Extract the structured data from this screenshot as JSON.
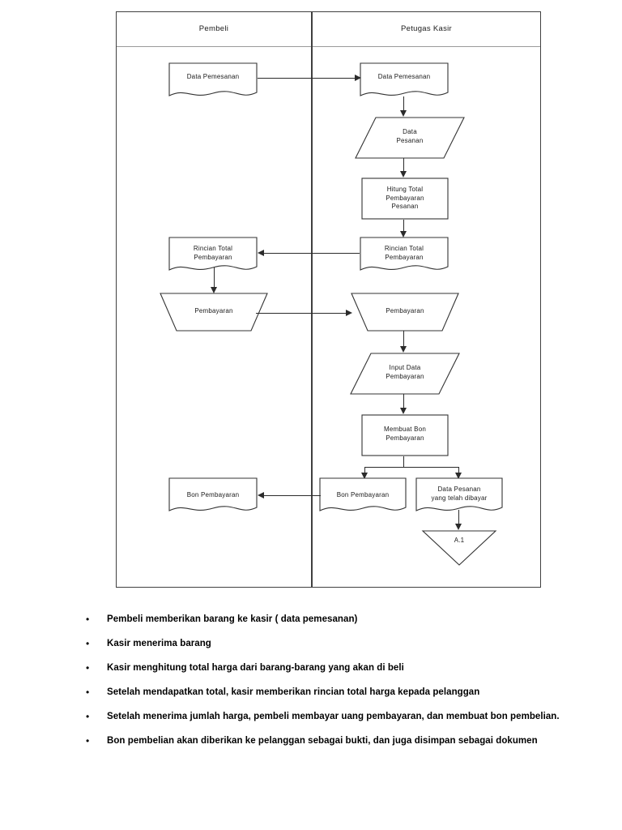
{
  "diagram": {
    "lanes": [
      {
        "id": "pembeli",
        "label": "Pembeli"
      },
      {
        "id": "petugas-kasir",
        "label": "Petugas Kasir"
      }
    ],
    "nodes": [
      {
        "id": "data-pemesanan-pembeli",
        "label": "Data Pemesanan",
        "shape": "document",
        "lane": "pembeli"
      },
      {
        "id": "data-pemesanan-kasir",
        "label": "Data Pemesanan",
        "shape": "document",
        "lane": "petugas-kasir"
      },
      {
        "id": "data-pesanan",
        "label": "Data\nPesanan",
        "shape": "parallelogram",
        "lane": "petugas-kasir"
      },
      {
        "id": "hitung-total",
        "label": "Hitung Total\nPembayaran\nPesanan",
        "shape": "process",
        "lane": "petugas-kasir"
      },
      {
        "id": "rincian-total-kasir",
        "label": "Rincian Total\nPembayaran",
        "shape": "document",
        "lane": "petugas-kasir"
      },
      {
        "id": "rincian-total-pembeli",
        "label": "Rincian Total\nPembayaran",
        "shape": "document",
        "lane": "pembeli"
      },
      {
        "id": "pembayaran-pembeli",
        "label": "Pembayaran",
        "shape": "trapezoid",
        "lane": "pembeli"
      },
      {
        "id": "pembayaran-kasir",
        "label": "Pembayaran",
        "shape": "trapezoid",
        "lane": "petugas-kasir"
      },
      {
        "id": "input-data-pembayaran",
        "label": "Input Data\nPembayaran",
        "shape": "parallelogram",
        "lane": "petugas-kasir"
      },
      {
        "id": "membuat-bon",
        "label": "Membuat Bon\nPembayaran",
        "shape": "process",
        "lane": "petugas-kasir"
      },
      {
        "id": "bon-pembayaran-kasir",
        "label": "Bon Pembayaran",
        "shape": "document",
        "lane": "petugas-kasir"
      },
      {
        "id": "data-pesanan-dibayar",
        "label": "Data Pesanan\nyang telah dibayar",
        "shape": "document",
        "lane": "petugas-kasir"
      },
      {
        "id": "bon-pembayaran-pembeli",
        "label": "Bon Pembayaran",
        "shape": "document",
        "lane": "pembeli"
      },
      {
        "id": "connector-a1",
        "label": "A.1",
        "shape": "triangle",
        "lane": "petugas-kasir"
      }
    ]
  },
  "notes": {
    "bullet": "•",
    "items": [
      "Pembeli memberikan barang ke kasir ( data pemesanan)",
      "Kasir menerima barang",
      "Kasir menghitung total harga dari barang-barang yang akan di beli",
      "Setelah mendapatkan total, kasir memberikan rincian total harga kepada pelanggan",
      "Setelah menerima jumlah harga, pembeli membayar uang pembayaran, dan membuat bon pembelian.",
      "Bon pembelian akan diberikan ke pelanggan sebagai bukti, dan juga disimpan sebagai dokumen"
    ]
  }
}
